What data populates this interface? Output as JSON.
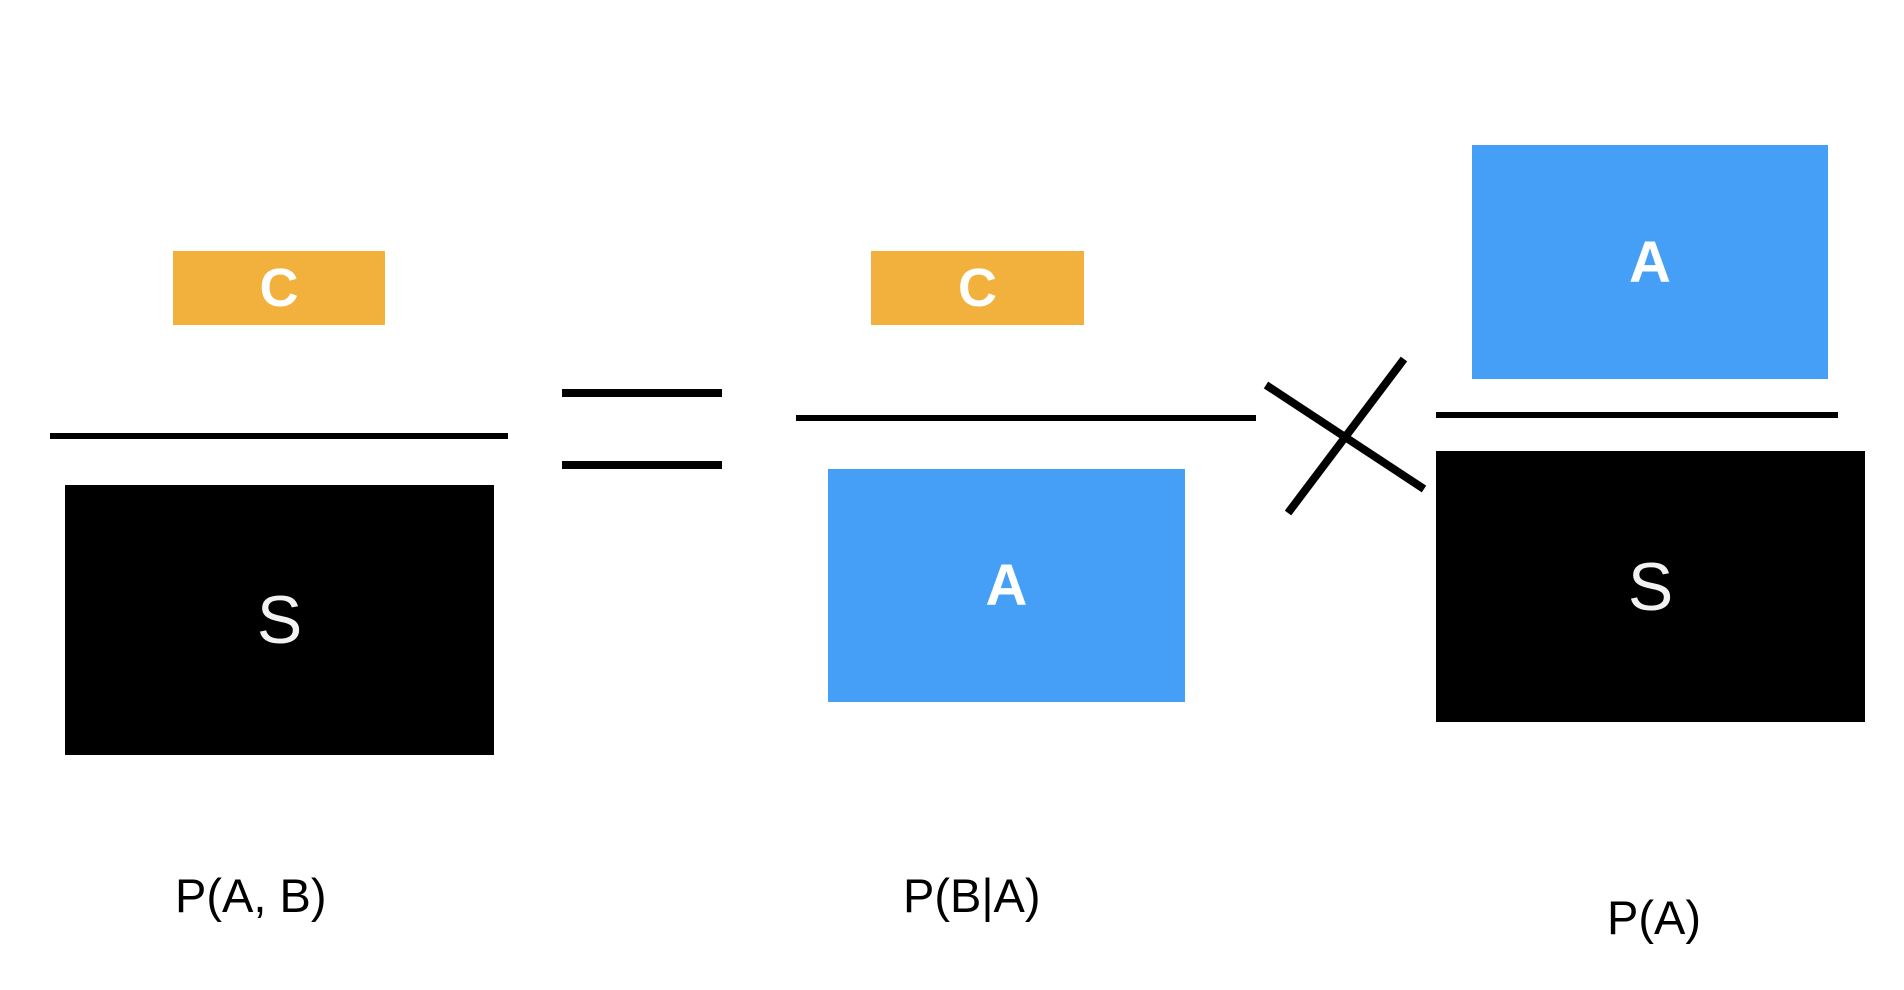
{
  "colors": {
    "orange": "#F2B13D",
    "blue": "#469FF7",
    "black": "#000000",
    "background": "#FFFFFF"
  },
  "left_fraction": {
    "numerator_label": "C",
    "denominator_label": "S",
    "caption": "P(A, B)"
  },
  "middle_fraction": {
    "numerator_label": "C",
    "denominator_label": "A",
    "caption": "P(B|A)"
  },
  "right_fraction": {
    "numerator_label": "A",
    "denominator_label": "S",
    "caption": "P(A)"
  },
  "operators": {
    "equals": "equals-sign",
    "times": "multiplication-sign"
  }
}
